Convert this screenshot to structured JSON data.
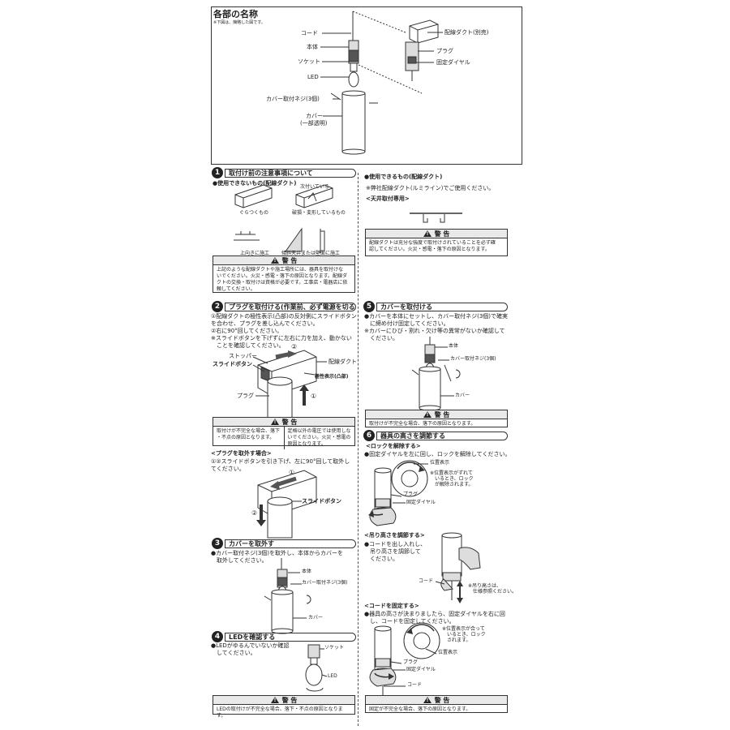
{
  "parts": {
    "title": "各部の名称",
    "note": "※下図は、簡略した図です。",
    "cord": "コード",
    "body": "本体",
    "socket": "ソケット",
    "led": "LED",
    "cover_screw": "カバー取付ネジ(3個)",
    "cover": "カバー",
    "cover_sub": "(一部透明)",
    "duct": "配線ダクト(別売)",
    "plug": "プラグ",
    "dial": "固定ダイヤル"
  },
  "s1": {
    "num": "1",
    "title": "取付け前の注意事項について",
    "unusable": "●使用できないもの(配線ダクト)",
    "attached": "次付いている",
    "wobbly": "ぐらつくもの",
    "damaged": "破損・変形しているもの",
    "upward": "上向きに施工",
    "slanted": "傾斜天井または壁面に施工",
    "warn_title": "警 告",
    "warn_body": "上記のような配線ダクトや施工場所には、器具を取付けな\nいでください。火災・感電・落下の原因となります。配線ダ\nクトの交換・取付けは資格が必要です。工事店・電器店に依\n頼してください。",
    "usable": "●使用できるもの(配線ダクト)",
    "usable_note": "※弊社配線ダクト(ルミライン)でご使用ください。",
    "ceiling_only": "<天井取付専用>",
    "warn2_title": "警 告",
    "warn2_body": "配線ダクトは充分な強度で取付けされていることを必ず確\n認してください。火災・感電・落下の原因となります。"
  },
  "s2": {
    "num": "2",
    "title": "プラグを取付ける(作業前、必ず電源を切る)",
    "body": "①配線ダクトの極性表示(凸部)の反対側にスライドボタン\nを合わせ、プラグを差し込んでください。\n②右に90°回してください。\n※スライドボタンを下げずに左右に力を加え、動かない\n　ことを確認してください。",
    "stopper": "ストッパー",
    "slide_button": "スライドボタン",
    "duct": "配線ダクト",
    "polarity": "極性表示(凸部)",
    "plug": "プラグ",
    "step1": "①",
    "step2": "②",
    "warn_title": "警 告",
    "warn_left": "取付けが不完全な場合、落下\n・不点の原因となります。",
    "warn_right": "定格以外の電圧では使用しな\nいでください。火災・感電の\n原因となります。",
    "remove_title": "<プラグを取外す場合>",
    "remove_body": "①②スライドボタンを引き下げ、左に90°回して取外し\nてください。",
    "remove_slide": "スライドボタン",
    "r1": "①",
    "r2": "②"
  },
  "s3": {
    "num": "3",
    "title": "カバーを取外す",
    "body": "●カバー取付ネジ(3個)を取外し、本体からカバーを\n　取外してください。",
    "body_label": "本体",
    "screw_label": "カバー取付ネジ(3個)",
    "cover_label": "カバー"
  },
  "s4": {
    "num": "4",
    "title": "LEDを確認する",
    "body": "●LEDがゆるんでいないか確認\n　してください。",
    "socket": "ソケット",
    "led": "LED",
    "warn_title": "警 告",
    "warn_body": "LEDの取付けが不完全な場合、落下・不点の原因となります。"
  },
  "s5": {
    "num": "5",
    "title": "カバーを取付ける",
    "body": "●カバーを本体にセットし、カバー取付ネジ(3個)で確実\n　に締め付け固定してください。\n※カバーにひび・割れ・欠け等の異常がないか確認して\n　ください。",
    "body_label": "本体",
    "screw_label": "カバー取付ネジ(3個)",
    "cover_label": "カバー",
    "warn_title": "警 告",
    "warn_body": "取付けが不完全な場合、落下の原因となります。"
  },
  "s6": {
    "num": "6",
    "title": "器具の高さを調節する",
    "unlock_title": "<ロックを解除する>",
    "unlock_body": "●固定ダイヤルを左に回し、ロックを解除してください。",
    "pos_mark": "位置表示",
    "unlock_note": "※位置表示がずれて\n　いるとき、ロック\n　が解除されます。",
    "plug": "プラグ",
    "dial": "固定ダイヤル",
    "adjust_title": "<吊り高さを調節する>",
    "adjust_body": "●コードを出し入れし、\n　吊り高さを調節して\n　ください。",
    "cord": "コード",
    "adjust_note": "※吊り高さは、\n　仕様参照ください。",
    "fix_title": "<コードを固定する>",
    "fix_body": "●器具の高さが決まりましたら、固定ダイヤルを右に回\n　し、コードを固定してください。",
    "fix_note": "※位置表示が合って\n　いるとき、ロック\n　されます。",
    "pos_mark2": "位置表示",
    "plug2": "プラグ",
    "dial2": "固定ダイヤル",
    "cord2": "コード",
    "warn_title": "警 告",
    "warn_body": "固定が不完全な場合、落下の原因となります。"
  }
}
